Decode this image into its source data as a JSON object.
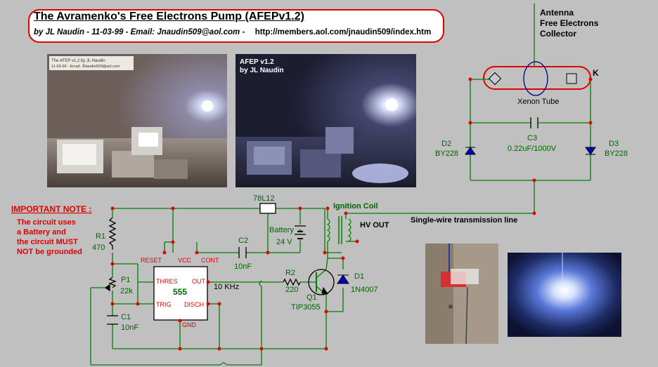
{
  "header": {
    "title": "The Avramenko's  Free Electrons Pump (AFEPv1.2)",
    "byline": "by JL Naudin - 11-03-99 - Email: Jnaudin509@aol.com -",
    "url": "http://members.aol.com/jnaudin509/index.htm"
  },
  "photos": {
    "photo1_caption_line1": "The AFEP v1.2 by JL Naudin",
    "photo1_caption_line2": "11-03-99 - Email: JNaudin509@aol.com",
    "photo2_caption_line1": "AFEP v1.2",
    "photo2_caption_line2": "by JL Naudin"
  },
  "antenna": {
    "line1": "Antenna",
    "line2": "Free Electrons",
    "line3": "Collector"
  },
  "tube": {
    "label": "Xenon Tube",
    "k_label": "K"
  },
  "components": {
    "c3_name": "C3",
    "c3_value": "0.22uF/1000V",
    "d2_name": "D2",
    "d2_value": "BY228",
    "d3_name": "D3",
    "d3_value": "BY228",
    "regulator": "78L12",
    "ignition_coil": "Ignition Coil",
    "hv_out": "HV OUT",
    "transmission_line": "Single-wire transmission line",
    "battery_name": "Battery",
    "battery_value": "24 V",
    "battery_plus": "+",
    "c2_name": "C2",
    "c2_value": "10nF",
    "r1_name": "R1",
    "r1_value": "470",
    "p1_name": "P1",
    "p1_value": "22k",
    "c1_name": "C1",
    "c1_value": "10nF",
    "r2_name": "R2",
    "r2_value": "220",
    "q1_name": "Q1",
    "q1_value": "TIP3055",
    "d1_name": "D1",
    "d1_value": "1N4007",
    "frequency": "10 KHz"
  },
  "ic555": {
    "name": "555",
    "reset": "RESET",
    "vcc": "VCC",
    "cont": "CONT",
    "thres": "THRES",
    "out": "OUT",
    "trig": "TRIG",
    "disch": "DISCH",
    "gnd": "GND"
  },
  "note": {
    "heading": "IMPORTANT NOTE :",
    "line1": "The circuit uses",
    "line2": "a Battery and",
    "line3": "the circuit MUST",
    "line4": "NOT be grounded"
  },
  "colors": {
    "background": "#c0c0c0",
    "wire": "#008000",
    "node": "#e00000",
    "note_text": "#e00000",
    "component_text": "#006400"
  }
}
